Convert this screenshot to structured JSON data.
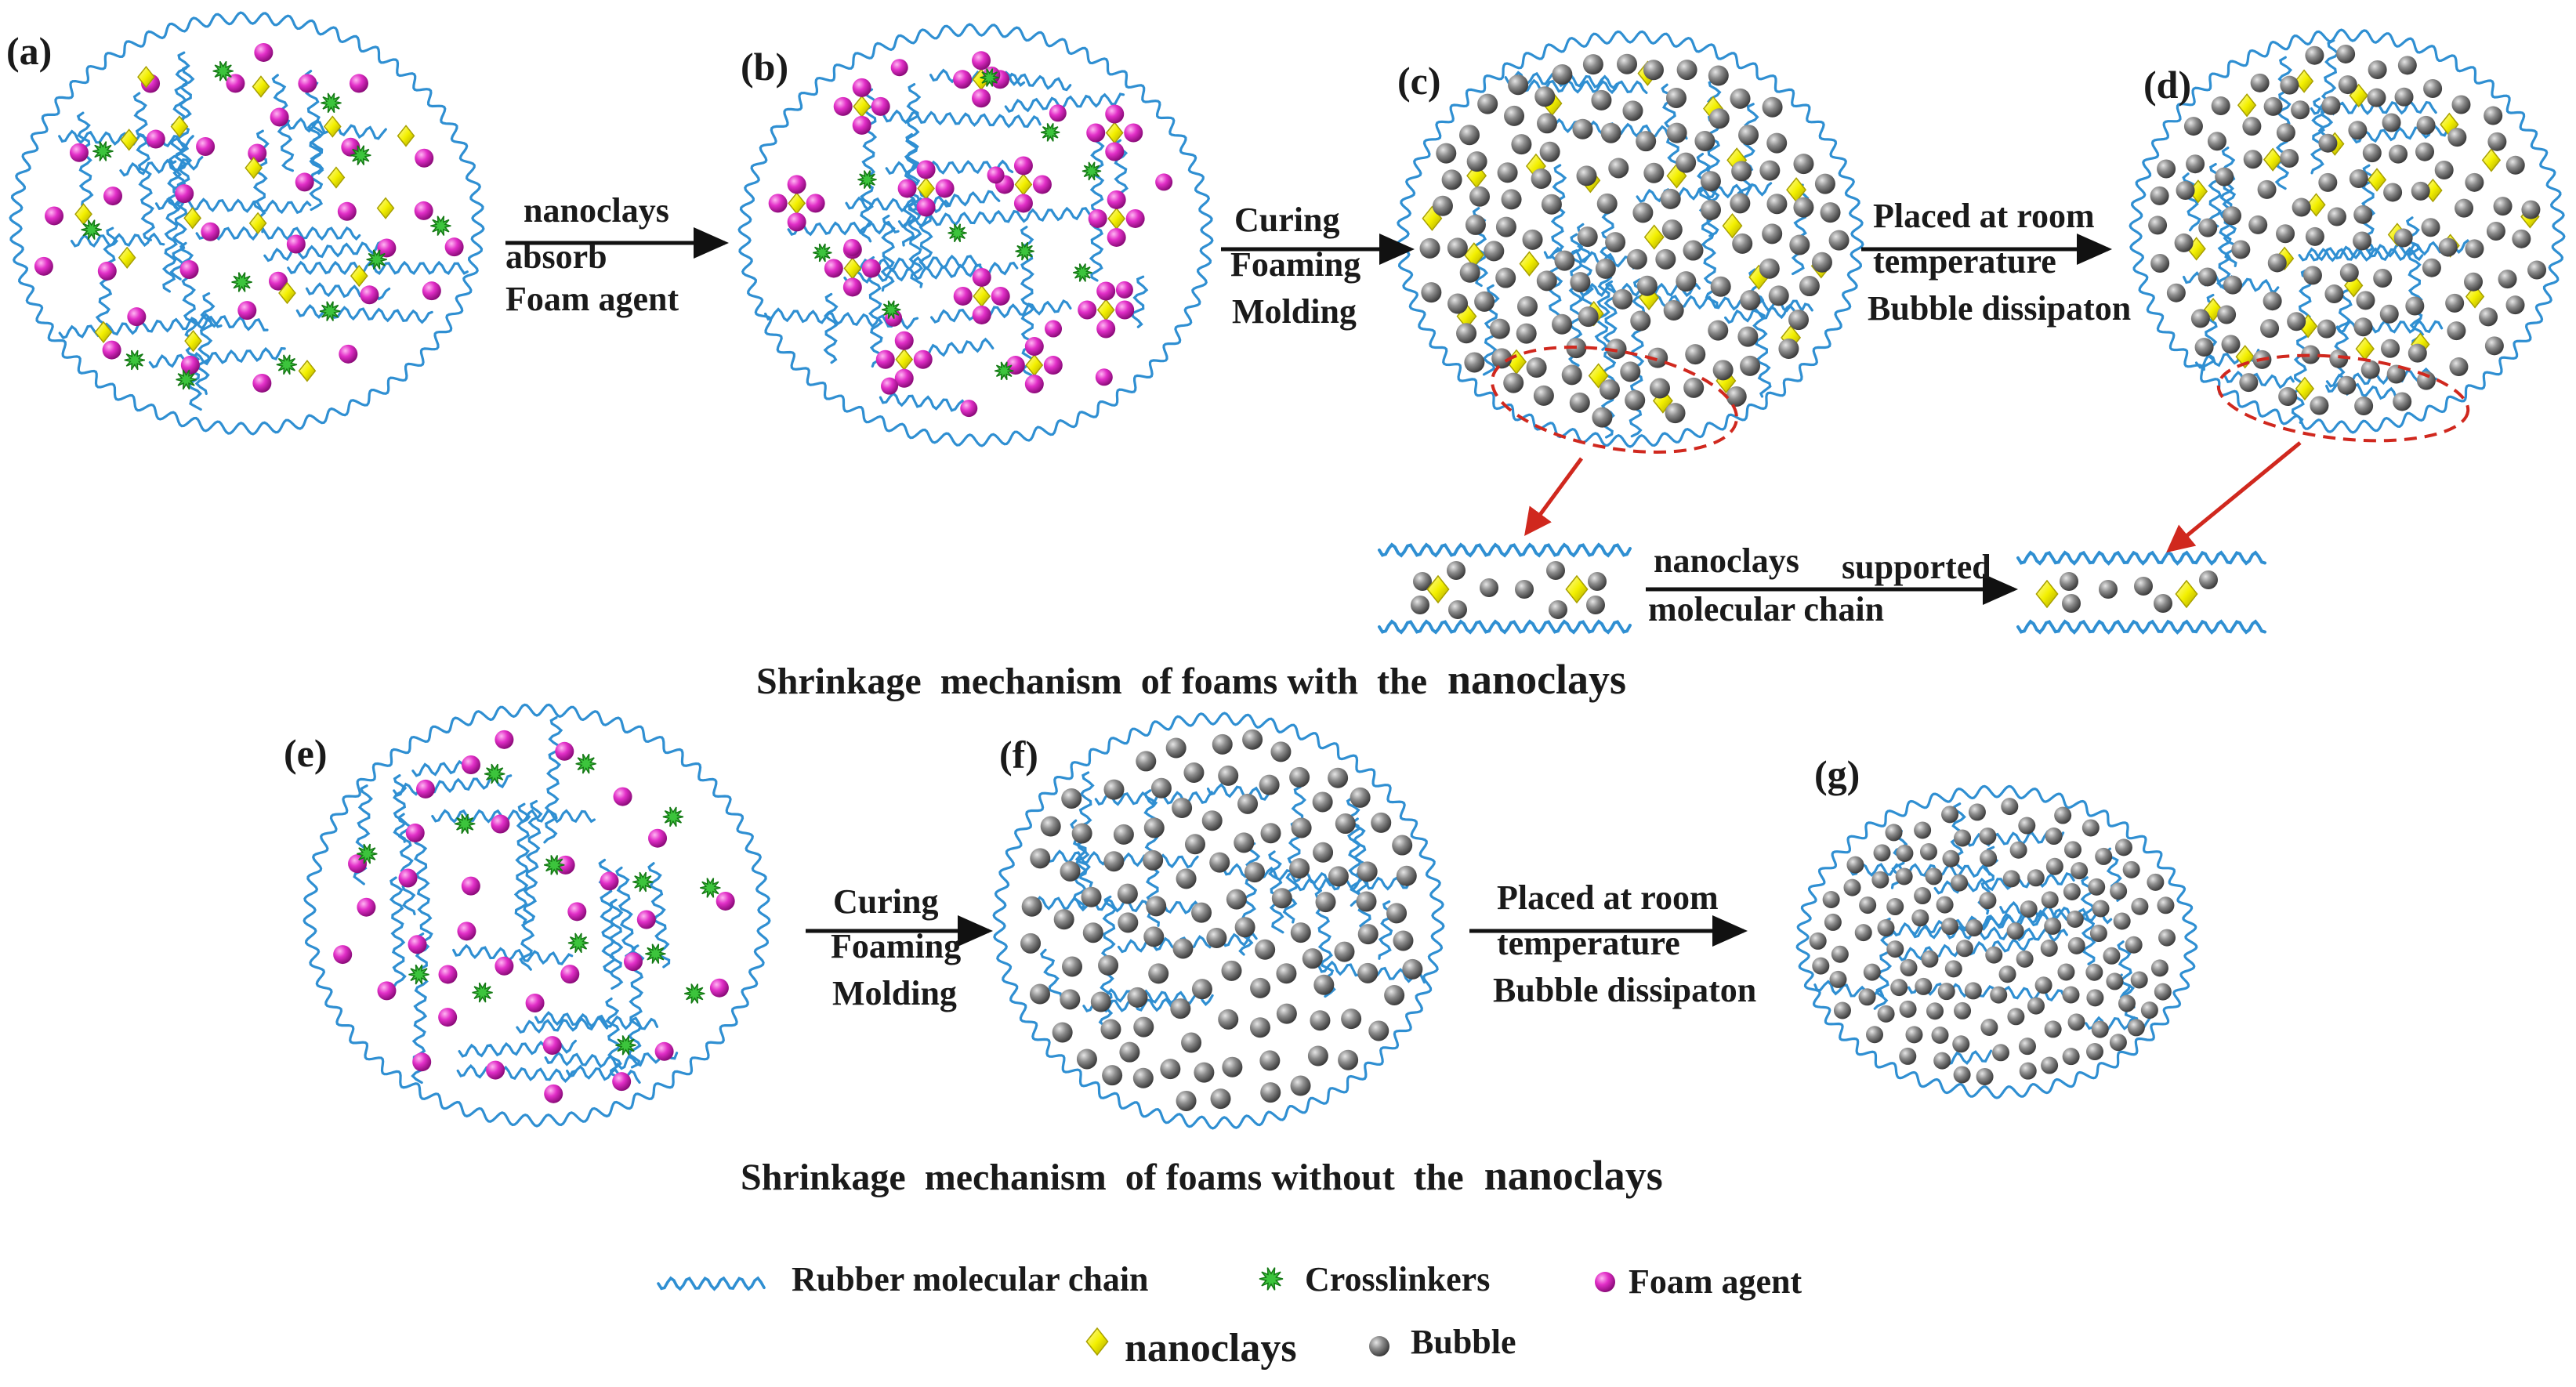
{
  "colors": {
    "chain": "#2f8fd2",
    "crosslinker": "#3cc43c",
    "crosslinker_dark": "#157a15",
    "foam_agent": "#e22fc8",
    "foam_agent_dark": "#8a0a78",
    "nanoclay": "#f3f000",
    "nanoclay_dark": "#a8a000",
    "bubble": "#8c8c8c",
    "bubble_dark": "#3a3a3a",
    "arrow": "#111111",
    "highlight": "#d0281e"
  },
  "panels": {
    "a": {
      "label": "(a)"
    },
    "b": {
      "label": "(b)"
    },
    "c": {
      "label": "(c)"
    },
    "d": {
      "label": "(d)"
    },
    "e": {
      "label": "(e)"
    },
    "f": {
      "label": "(f)"
    },
    "g": {
      "label": "(g)"
    }
  },
  "steps": {
    "ab": {
      "line1": "nanoclays",
      "line2": "absorb",
      "line3": "Foam agent"
    },
    "bc": {
      "line1": "Curing",
      "line2": "Foaming",
      "line3": "Molding"
    },
    "cd": {
      "line1": "Placed at room",
      "line2": "temperature",
      "line3": "Bubble dissipaton"
    },
    "support": {
      "word1": "nanoclays",
      "word2": "supported",
      "line2": "molecular chain"
    },
    "ef": {
      "line1": "Curing",
      "line2": "Foaming",
      "line3": "Molding"
    },
    "fg": {
      "line1": "Placed at room",
      "line2": "temperature",
      "line3": "Bubble dissipaton"
    }
  },
  "captions": {
    "with": {
      "text": "Shrinkage  mechanism  of foams with  the",
      "emphasis": "nanoclays"
    },
    "without": {
      "text": "Shrinkage  mechanism  of foams without  the",
      "emphasis": "nanoclays"
    }
  },
  "legend": {
    "chain": {
      "label": "Rubber molecular chain",
      "icon": "wavy-chain-icon"
    },
    "crosslinkers": {
      "label": "Crosslinkers",
      "icon": "green-star-icon"
    },
    "foam_agent": {
      "label": "Foam agent",
      "icon": "magenta-sphere-icon"
    },
    "nanoclays": {
      "label": "nanoclays",
      "icon": "yellow-diamond-icon"
    },
    "bubble": {
      "label": "Bubble",
      "icon": "grey-sphere-icon"
    }
  }
}
